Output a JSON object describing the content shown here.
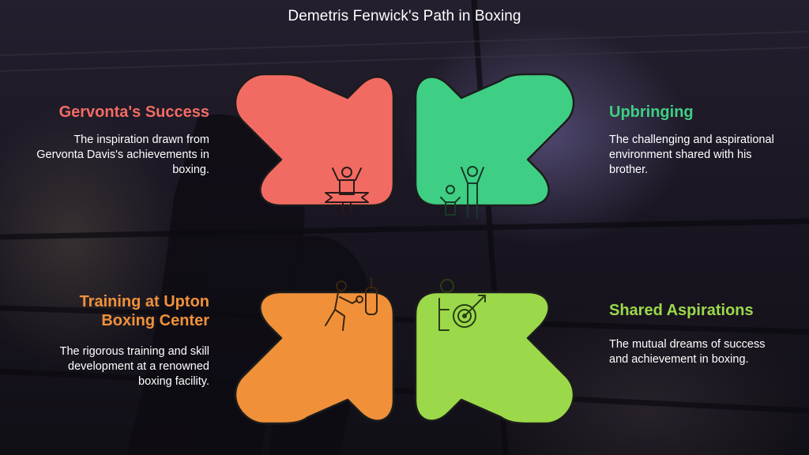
{
  "title": "Demetris Fenwick's Path in Boxing",
  "colors": {
    "red": "#f26b62",
    "green": "#3fcf84",
    "orange": "#f0913a",
    "lime": "#9bd94a",
    "outline": "#1c1c1c"
  },
  "quadrants": [
    {
      "heading": "Gervonta's Success",
      "description": "The inspiration drawn from Gervonta Davis's achievements in boxing.",
      "icon": "champion-trophy-icon",
      "color": "#f26b62"
    },
    {
      "heading": "Upbringing",
      "description": "The challenging and aspirational environment shared with his brother.",
      "icon": "adult-and-child-icon",
      "color": "#3fcf84"
    },
    {
      "heading": "Training at Upton Boxing Center",
      "description": "The rigorous training and skill development at a renowned boxing facility.",
      "icon": "boxer-punching-bag-icon",
      "color": "#f0913a"
    },
    {
      "heading": "Shared Aspirations",
      "description": "The mutual dreams of success and achievement in boxing.",
      "icon": "person-target-icon",
      "color": "#9bd94a"
    }
  ]
}
